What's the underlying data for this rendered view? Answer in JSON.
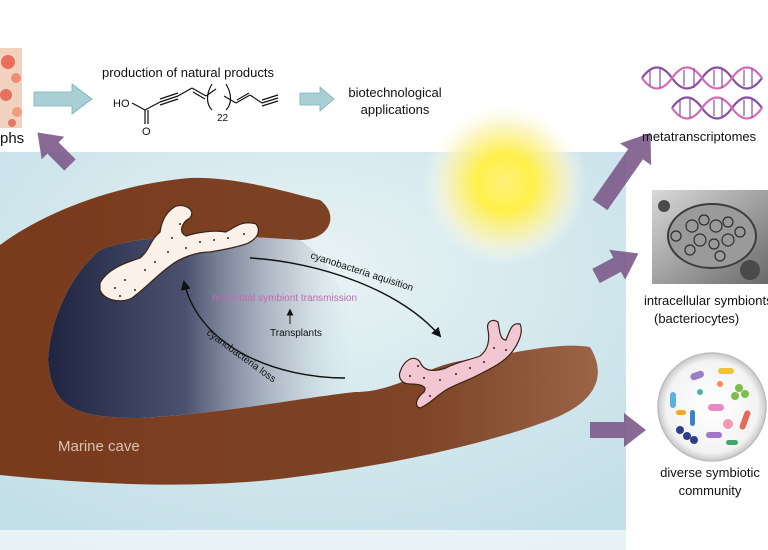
{
  "labels": {
    "heterotrophs_partial": "phs",
    "natural_products": "production of natural products",
    "biotech_line1": "biotechnological",
    "biotech_line2": "applications",
    "metatranscriptomes": "metatranscriptomes",
    "intracellular_line1": "intracellular symbionts",
    "intracellular_line2": "(bacteriocytes)",
    "diverse_line1": "diverse symbiotic",
    "diverse_line2": "community",
    "cyano_acquisition": "cyanobacteria aquisition",
    "cyano_loss": "cyanobacteria loss",
    "horizontal": "horizontal symbiont transmission",
    "transplants": "Transplants",
    "marine_cave": "Marine cave"
  },
  "chemistry": {
    "ho": "HO",
    "o": "O",
    "subscript": "22"
  },
  "colors": {
    "water": "#cfe6ec",
    "cave_rock": "#6e3418",
    "cave_interior": "#2c3350",
    "sponge_light": "#fbf1e8",
    "sponge_pink": "#f2c6d2",
    "sun": "#fff04a",
    "arrow_purple": "#7c5a8a",
    "arrow_teal": "#a7cfd4",
    "horizontal_text": "#c06ab4",
    "dna_purple": "#8a4fa0",
    "dna_pink": "#d56ab8"
  },
  "icons": [
    "sun-icon",
    "dna-helix-icon",
    "electron-micrograph-icon",
    "petri-dish-icon",
    "sponge-icon"
  ]
}
